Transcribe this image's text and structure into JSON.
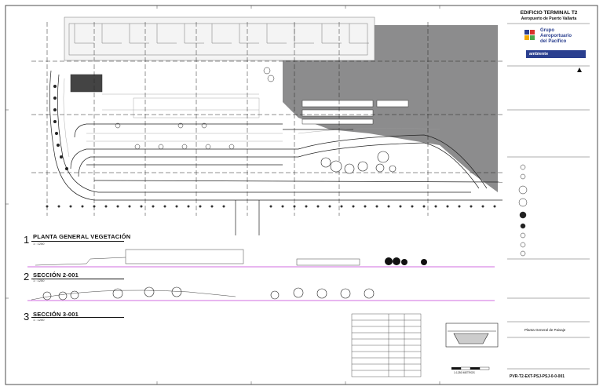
{
  "title_block": {
    "project_title": "EDIFICIO TERMINAL T2",
    "project_subtitle": "Aeropuerto de Puerto Vallarta",
    "logo_line1": "Grupo",
    "logo_line2": "Aeroportuario",
    "logo_line3": "del Pacífico",
    "partner_logo": "ambiente",
    "plan_name": "Planta General de Paisaje",
    "drawing_code": "PVR-T2-EXT-PSJ-PSJ-0-0-001"
  },
  "sections": [
    {
      "number": "1",
      "title": "PLANTA GENERAL VEGETACIÓN",
      "scale": "1 : 1250"
    },
    {
      "number": "2",
      "title": "SECCIÓN 2-001",
      "scale": "1 : 1250"
    },
    {
      "number": "3",
      "title": "SECCIÓN 3-001",
      "scale": "1 : 1250"
    }
  ],
  "scale_bar_label": "1:1250 METROS",
  "colors": {
    "line": "#1a1a1a",
    "hatch": "#8c8c8d",
    "paving": "#c9c9c9",
    "section_magenta": "#c23bd6",
    "logo_blue": "#2a3f8f"
  },
  "icons": [
    "logo-mark-icon",
    "north-arrow-icon",
    "tree-symbol-icon",
    "palm-symbol-icon",
    "shrub-symbol-icon"
  ]
}
